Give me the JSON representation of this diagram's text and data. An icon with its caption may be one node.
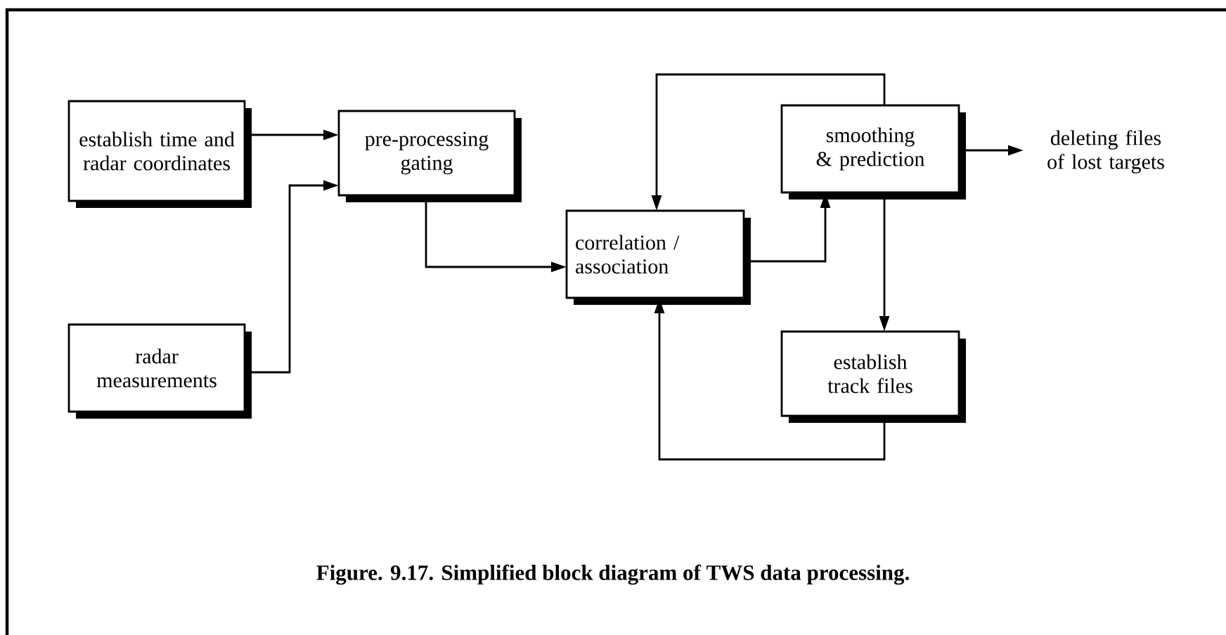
{
  "diagram": {
    "caption": "Figure. 9.17. Simplified block diagram of TWS data processing.",
    "nodes": [
      {
        "text": [
          "establish time and radar coordinates"
        ]
      },
      {
        "text": [
          "radar measurements"
        ]
      },
      {
        "text": [
          "pre-processing gating"
        ]
      },
      {
        "text": [
          "correlation / association"
        ]
      },
      {
        "text": [
          "smoothing & prediction"
        ]
      },
      {
        "text": [
          "deleting files of lost targets"
        ]
      },
      {
        "text": [
          "establish track files"
        ]
      }
    ],
    "edges": [
      {
        "from": 0,
        "to": 2,
        "arrow": "to"
      },
      {
        "from": 1,
        "to": 2,
        "arrow": "to"
      },
      {
        "from": 2,
        "to": 3,
        "arrow": "to"
      },
      {
        "from": 4,
        "to": 3,
        "arrow": "to"
      },
      {
        "from": 3,
        "to": 4,
        "arrow": "to"
      },
      {
        "from": 4,
        "to": 5,
        "arrow": "to"
      },
      {
        "from": 4,
        "to": 6,
        "arrow": "to"
      },
      {
        "from": 6,
        "to": 3,
        "arrow": "to"
      }
    ]
  }
}
